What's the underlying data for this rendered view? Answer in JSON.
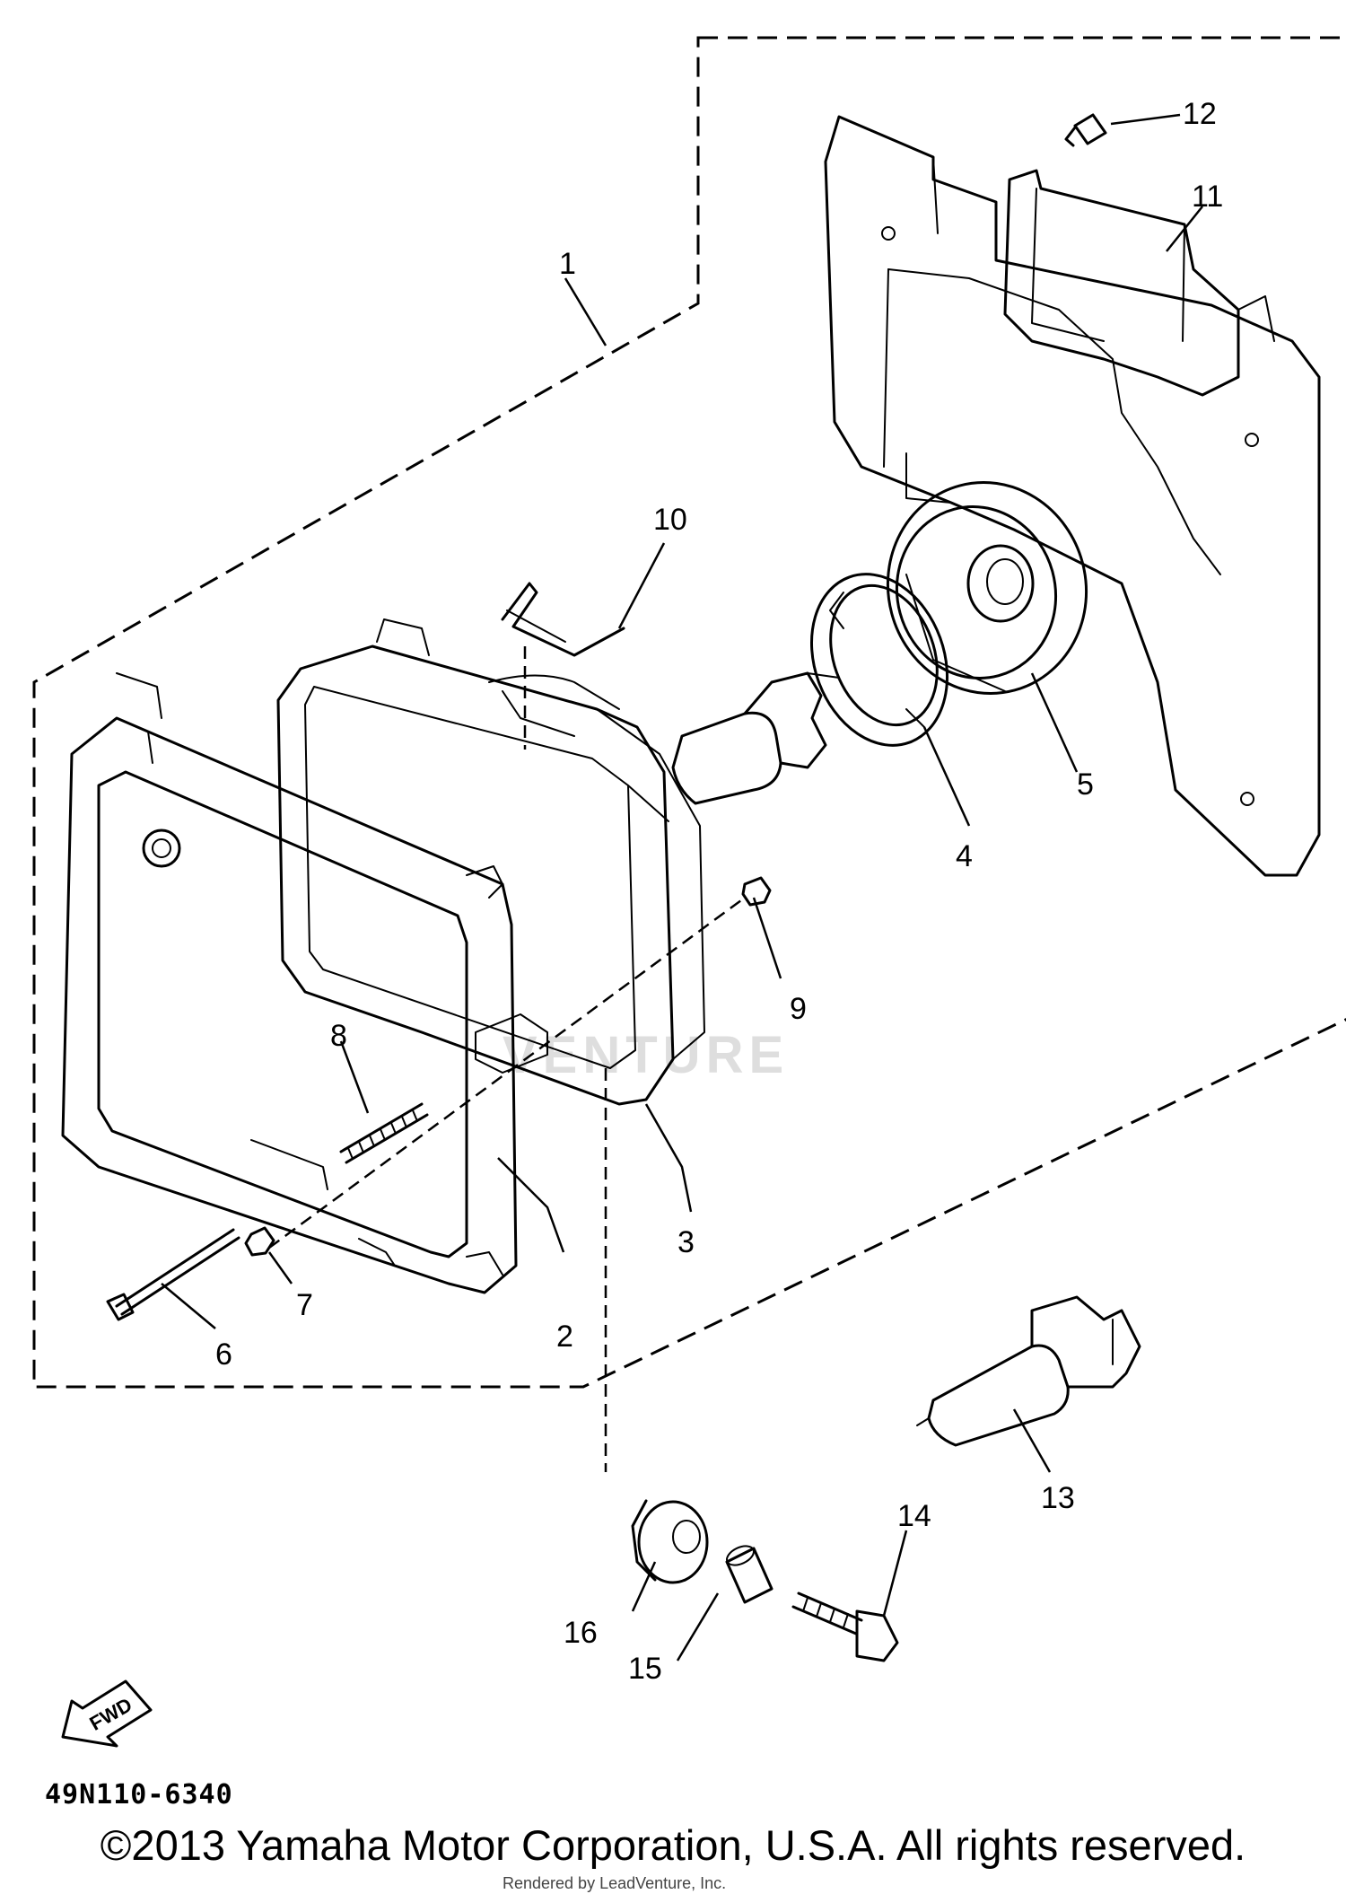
{
  "diagram": {
    "part_code": "49N110-6340",
    "copyright": "©2013 Yamaha Motor Corporation, U.S.A. All rights reserved.",
    "rendered_by": "Rendered by LeadVenture, Inc.",
    "watermark": "VENTURE",
    "fwd_label": "FWD",
    "callouts": [
      "1",
      "2",
      "3",
      "4",
      "5",
      "6",
      "7",
      "8",
      "9",
      "10",
      "11",
      "12",
      "13",
      "14",
      "15",
      "16"
    ]
  }
}
